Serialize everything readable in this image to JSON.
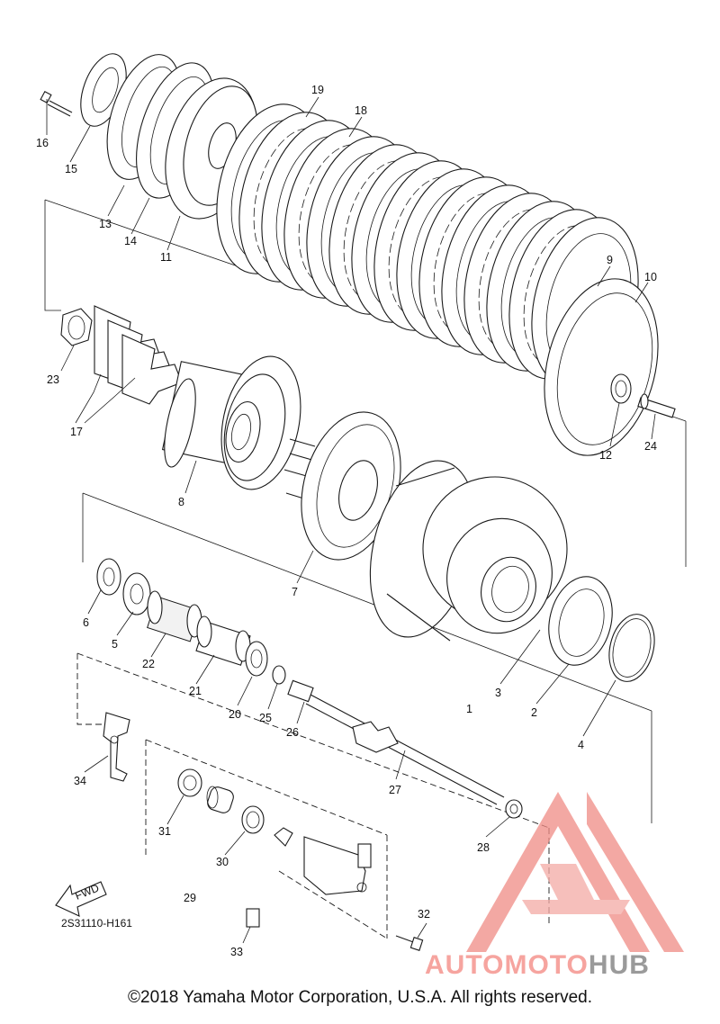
{
  "diagram_code": "2S31110-H161",
  "fwd_label": "FWD",
  "copyright": "©2018 Yamaha Motor Corporation, U.S.A. All rights reserved.",
  "watermark": {
    "text_a": "AUTOMOTO",
    "text_b": "HUB",
    "color_a": "#f6a49f",
    "color_b": "#9a9a9a",
    "logo_color": "#f08c85"
  },
  "callouts": {
    "p1": "1",
    "p2": "2",
    "p3": "3",
    "p4": "4",
    "p5": "5",
    "p6": "6",
    "p7": "7",
    "p8": "8",
    "p9": "9",
    "p10": "10",
    "p11": "11",
    "p12": "12",
    "p13": "13",
    "p14": "14",
    "p15": "15",
    "p16": "16",
    "p17": "17",
    "p18": "18",
    "p19": "19",
    "p20": "20",
    "p21": "21",
    "p22": "22",
    "p23": "23",
    "p24": "24",
    "p25": "25",
    "p26": "26",
    "p27": "27",
    "p28": "28",
    "p29": "29",
    "p30": "30",
    "p31": "31",
    "p32": "32",
    "p33": "33",
    "p34": "34"
  }
}
